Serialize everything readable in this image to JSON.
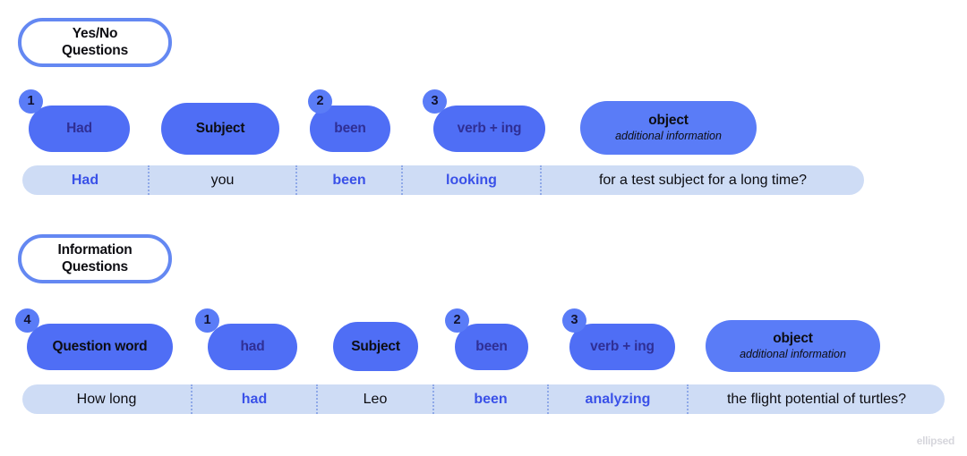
{
  "page": {
    "background": "#ffffff",
    "accent_blue": "#4f6ef5",
    "accent_blue_light": "#5a7cf7",
    "bar_background": "#cedcf5",
    "bar_blue_text": "#3a51e8",
    "bar_dark_text": "#0d0d12",
    "divider_color": "#8fa9e8"
  },
  "watermark": {
    "text": "ellipsed"
  },
  "sections": [
    {
      "header": "Yes/No\nQuestions",
      "header_line1": "Yes/No",
      "header_line2": "Questions",
      "structure": [
        {
          "badge": "1",
          "main": "Had",
          "sub": "",
          "style": "navy"
        },
        {
          "badge": "",
          "main": "Subject",
          "sub": "",
          "style": "dark"
        },
        {
          "badge": "2",
          "main": "been",
          "sub": "",
          "style": "navy"
        },
        {
          "badge": "3",
          "main": "verb + ing",
          "sub": "",
          "style": "navy"
        },
        {
          "badge": "",
          "main": "object",
          "sub": "additional information",
          "style": "dark"
        }
      ],
      "example": [
        {
          "text": "Had",
          "style": "blue"
        },
        {
          "text": "you",
          "style": "dark"
        },
        {
          "text": "been",
          "style": "blue"
        },
        {
          "text": "looking",
          "style": "blue"
        },
        {
          "text": "for a test subject for a long time?",
          "style": "dark"
        }
      ]
    },
    {
      "header": "Information\nQuestions",
      "header_line1": "Information",
      "header_line2": "Questions",
      "structure": [
        {
          "badge": "4",
          "main": "Question word",
          "sub": "",
          "style": "dark"
        },
        {
          "badge": "1",
          "main": "had",
          "sub": "",
          "style": "navy"
        },
        {
          "badge": "",
          "main": "Subject",
          "sub": "",
          "style": "dark"
        },
        {
          "badge": "2",
          "main": "been",
          "sub": "",
          "style": "navy"
        },
        {
          "badge": "3",
          "main": "verb + ing",
          "sub": "",
          "style": "navy"
        },
        {
          "badge": "",
          "main": "object",
          "sub": "additional information",
          "style": "dark"
        }
      ],
      "example": [
        {
          "text": "How long",
          "style": "dark"
        },
        {
          "text": "had",
          "style": "blue"
        },
        {
          "text": "Leo",
          "style": "dark"
        },
        {
          "text": "been",
          "style": "blue"
        },
        {
          "text": "analyzing",
          "style": "blue"
        },
        {
          "text": "the flight potential of turtles?",
          "style": "dark"
        }
      ]
    }
  ]
}
